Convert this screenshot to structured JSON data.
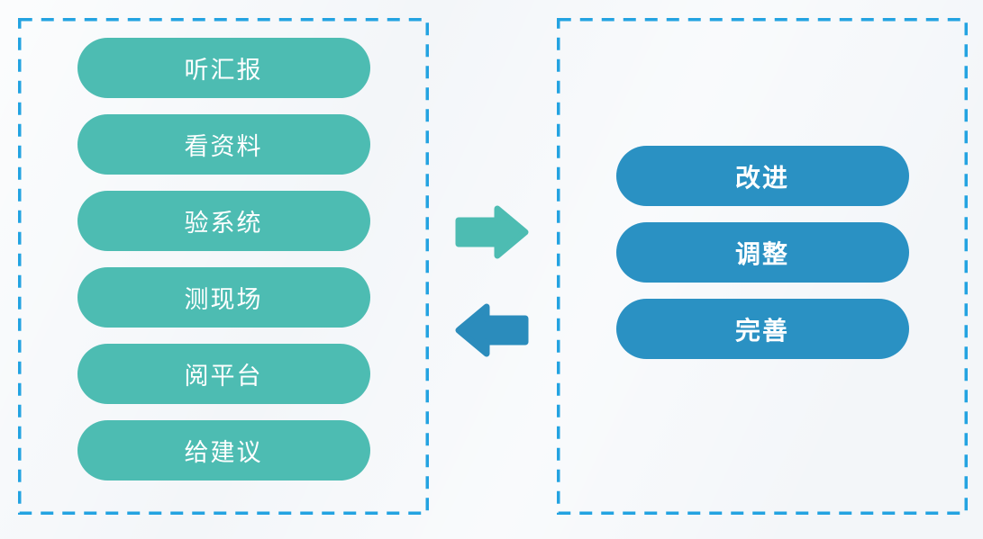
{
  "diagram": {
    "left_panel": {
      "name": "inspection-activities-group",
      "items": [
        {
          "label": "听汇报"
        },
        {
          "label": "看资料"
        },
        {
          "label": "验系统"
        },
        {
          "label": "测现场"
        },
        {
          "label": "阅平台"
        },
        {
          "label": "给建议"
        }
      ]
    },
    "right_panel": {
      "name": "outcome-actions-group",
      "items": [
        {
          "label": "改进"
        },
        {
          "label": "调整"
        },
        {
          "label": "完善"
        }
      ]
    },
    "arrows": [
      {
        "name": "arrow-right",
        "direction": "right",
        "color": "#4dbcb2"
      },
      {
        "name": "arrow-left",
        "direction": "left",
        "color": "#2b8cbc"
      }
    ],
    "colors": {
      "teal_pill": "#4dbcb2",
      "blue_pill": "#2a91c3",
      "dashed_border": "#23a3e1",
      "background": "#f3f6f9",
      "pill_text": "#ffffff"
    }
  }
}
